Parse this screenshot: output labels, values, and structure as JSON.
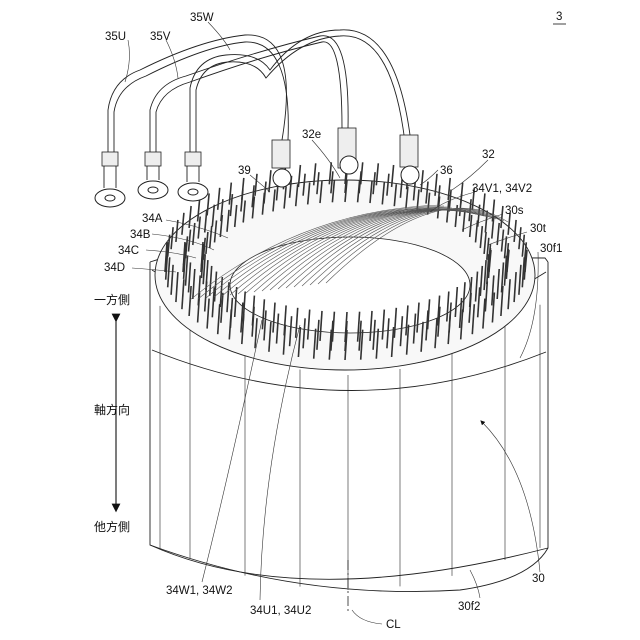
{
  "figure_number": "3",
  "labels": {
    "l35U": "35U",
    "l35V": "35V",
    "l35W": "35W",
    "l32e": "32e",
    "l32": "32",
    "l39": "39",
    "l36": "36",
    "l34V": "34V1, 34V2",
    "l30s": "30s",
    "l30t": "30t",
    "l30f1": "30f1",
    "l34A": "34A",
    "l34B": "34B",
    "l34C": "34C",
    "l34D": "34D",
    "l34W": "34W1, 34W2",
    "l34U": "34U1, 34U2",
    "lCL": "CL",
    "l30": "30",
    "l30f2": "30f2"
  },
  "axis": {
    "one_side": "一方側",
    "axial": "軸方向",
    "other_side": "他方側"
  }
}
